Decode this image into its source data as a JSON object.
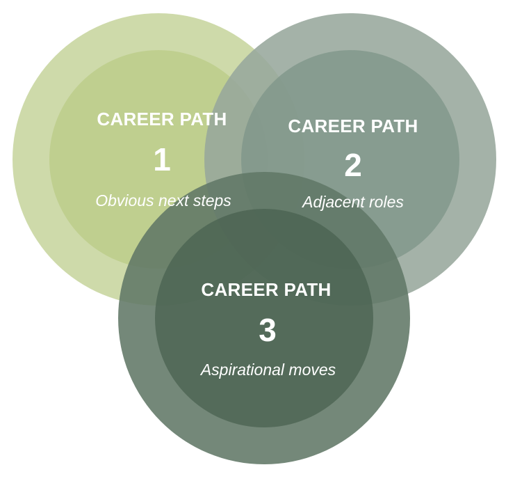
{
  "diagram": {
    "type": "venn",
    "circles": [
      {
        "id": "path-1",
        "title": "CAREER PATH",
        "number": "1",
        "subtitle": "Obvious next steps",
        "outer_color": "#c5d39b",
        "inner_color": "#b9cb83"
      },
      {
        "id": "path-2",
        "title": "CAREER PATH",
        "number": "2",
        "subtitle": "Adjacent roles",
        "outer_color": "#97a79c",
        "inner_color": "#7e9488"
      },
      {
        "id": "path-3",
        "title": "CAREER PATH",
        "number": "3",
        "subtitle": "Aspirational moves",
        "outer_color": "#617766",
        "inner_color": "#4a6250"
      }
    ]
  }
}
